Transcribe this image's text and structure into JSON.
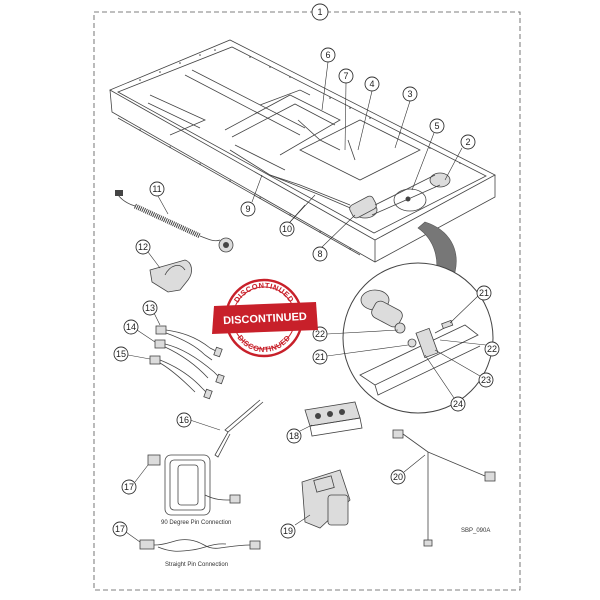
{
  "assembly_callout": "1",
  "callouts": {
    "c2": "2",
    "c3": "3",
    "c4": "4",
    "c5": "5",
    "c6": "6",
    "c7": "7",
    "c8": "8",
    "c9": "9",
    "c10": "10",
    "c11": "11",
    "c12": "12",
    "c13": "13",
    "c14": "14",
    "c15": "15",
    "c16": "16",
    "c17a": "17",
    "c17b": "17",
    "c18": "18",
    "c19": "19",
    "c20": "20",
    "c21a": "21",
    "c21b": "21",
    "c22a": "22",
    "c22b": "22",
    "c23": "23",
    "c24": "24"
  },
  "captions": {
    "pin_90": "90 Degree Pin Connection",
    "pin_straight": "Straight Pin Connection"
  },
  "drawing_code": "SBP_090A",
  "stamp": {
    "arc_top": "DISCONTINUED",
    "banner": "DISCONTINUED",
    "arc_bottom": "DISCONTINUED",
    "color": "#c8202a"
  },
  "colors": {
    "line": "#333333",
    "frame": "#555555"
  }
}
